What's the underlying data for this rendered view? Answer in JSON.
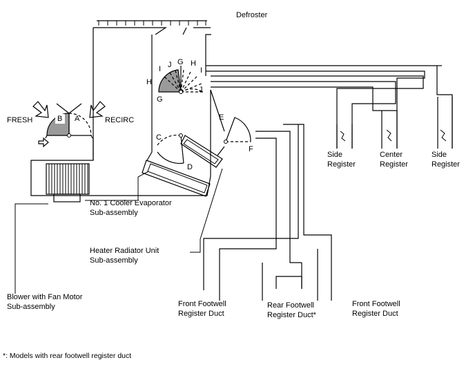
{
  "labels": {
    "defroster": "Defroster",
    "fresh": "FRESH",
    "recirc": "RECIRC",
    "side_register_left_1": "Side",
    "side_register_left_2": "Register",
    "center_register_1": "Center",
    "center_register_2": "Register",
    "side_register_right_1": "Side",
    "side_register_right_2": "Register",
    "cooler_1": "No. 1 Cooler Evaporator",
    "cooler_2": "Sub-assembly",
    "heater_1": "Heater Radiator Unit",
    "heater_2": "Sub-assembly",
    "blower_1": "Blower with Fan Motor",
    "blower_2": "Sub-assembly",
    "front_left_1": "Front Footwell",
    "front_left_2": "Register Duct",
    "rear_1": "Rear Footwell",
    "rear_2": "Register Duct*",
    "front_right_1": "Front Footwell",
    "front_right_2": "Register Duct"
  },
  "damper_letters": {
    "a": "A",
    "b": "B",
    "c": "C",
    "d": "D",
    "e": "E",
    "f": "F",
    "g_top": "G",
    "g_bottom": "G",
    "h_left": "H",
    "h_right": "H",
    "i_left": "I",
    "i_right": "I",
    "j_left": "J",
    "j_right": "J"
  },
  "footnote": "*: Models with rear footwell register duct"
}
